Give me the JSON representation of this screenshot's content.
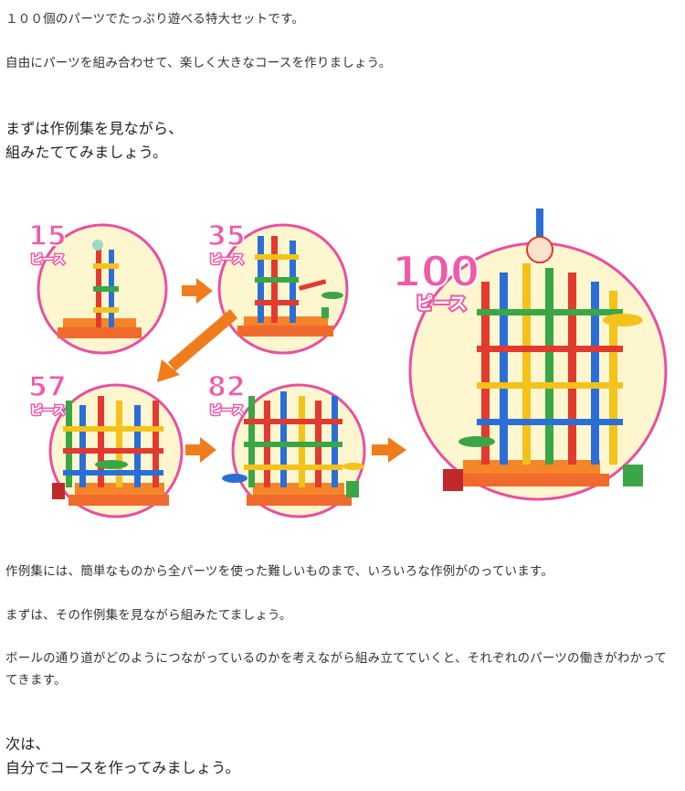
{
  "paragraphs": {
    "p1": "１００個のパーツでたっぷり遊べる特大セットです。",
    "p2": "自由にパーツを組み合わせて、楽しく大きなコースを作りましょう。",
    "h1_line1": "まずは作例集を見ながら、",
    "h1_line2": "組みたててみましょう。",
    "p3": "作例集には、簡単なものから全パーツを使った難しいものまで、いろいろな作例がのっています。",
    "p4": "まずは、その作例集を見ながら組みたてましょう。",
    "p5_line1": "ボールの通り道がどのようにつながっているのかを考えながら組み立てていくと、それぞれのパーツの働きがわかって",
    "p5_line2": "てきます。",
    "h2_line1": "次は、",
    "h2_line2": "自分でコースを作ってみましょう。"
  },
  "figure": {
    "stages": [
      {
        "count": "15",
        "unit": "ピース"
      },
      {
        "count": "35",
        "unit": "ピース"
      },
      {
        "count": "57",
        "unit": "ピース"
      },
      {
        "count": "82",
        "unit": "ピース"
      },
      {
        "count": "100",
        "unit": "ピース"
      }
    ],
    "colors": {
      "circle_border": "#e94fa1",
      "circle_fill": "#fdf6cf",
      "arrow": "#f07d1c",
      "label_pink": "#f05aa8"
    }
  }
}
